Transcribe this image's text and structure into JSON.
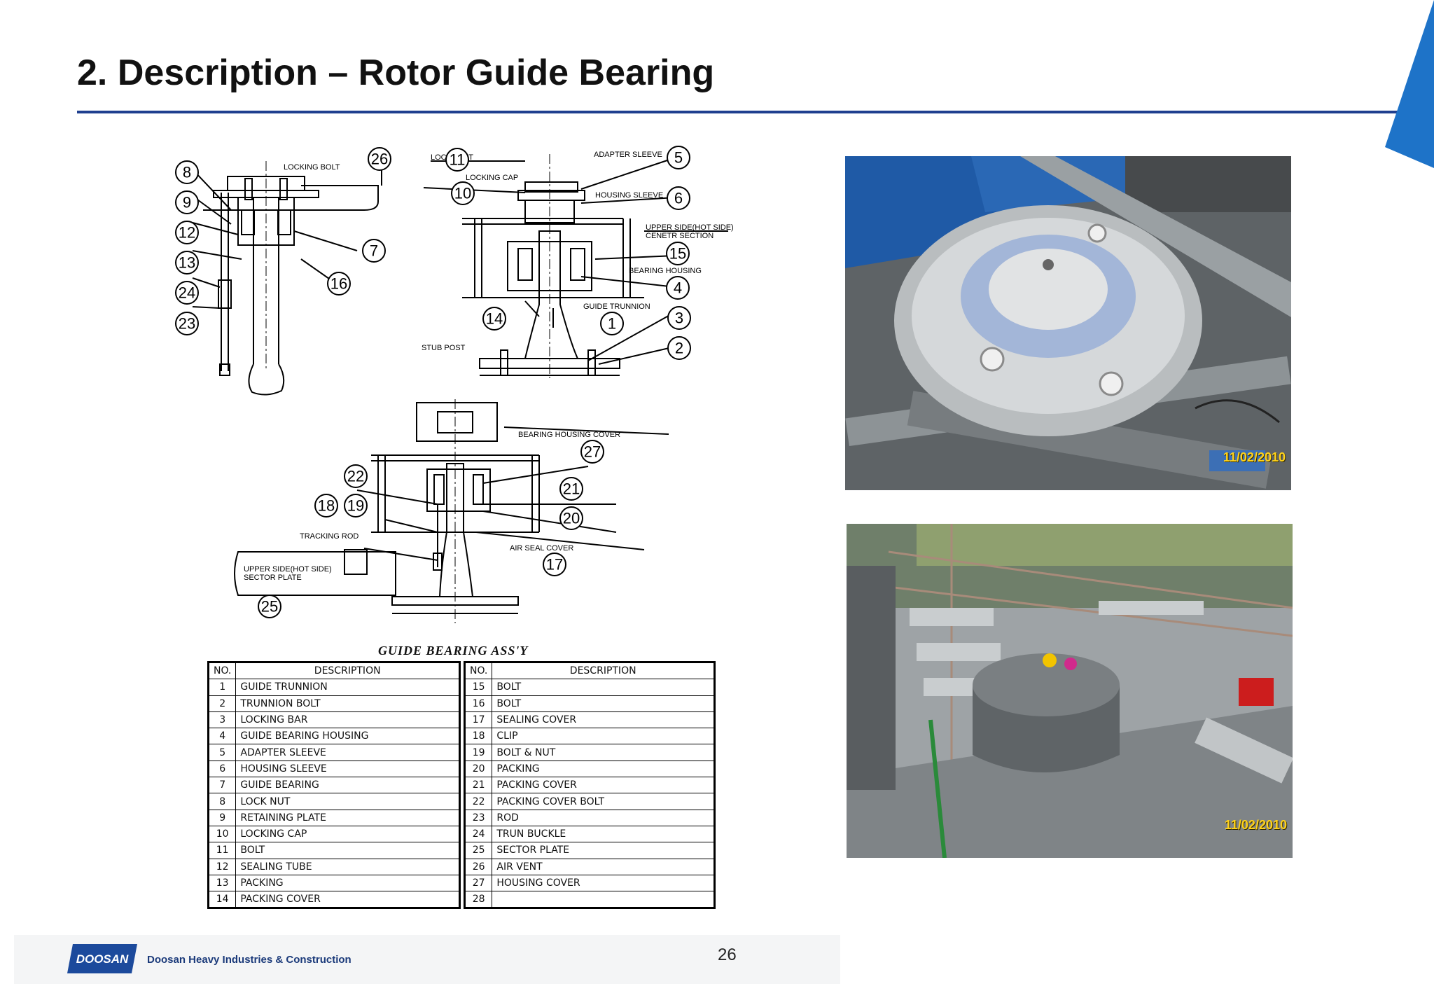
{
  "title": "2. Description – Rotor Guide Bearing",
  "diagram": {
    "assembly_title": "GUIDE BEARING ASS'Y",
    "labels": {
      "locking_bolt": "LOCKING BOLT",
      "lock_bolt": "LOCK BOLT",
      "locking_cap": "LOCKING CAP",
      "adapter_sleeve": "ADAPTER SLEEVE",
      "housing_sleeve": "HOUSING SLEEVE",
      "upper_side_1": "UPPER SIDE(HOT SIDE)",
      "upper_side_2": "CENETR SECTION",
      "bearing_housing": "BEARING HOUSING",
      "guide_trunnion": "GUIDE TRUNNION",
      "stub_post": "STUB POST",
      "bearing_housing_cover": "BEARING HOUSING COVER",
      "tracking_rod": "TRACKING ROD",
      "air_seal_cover": "AIR SEAL COVER",
      "sector_plate_1": "UPPER SIDE(HOT SIDE)",
      "sector_plate_2": "SECTOR PLATE"
    },
    "balloons": {
      "n8": "8",
      "n9": "9",
      "n12": "12",
      "n13": "13",
      "n24": "24",
      "n23": "23",
      "n26": "26",
      "n7": "7",
      "n16": "16",
      "n11": "11",
      "n10": "10",
      "n5": "5",
      "n6": "6",
      "n15": "15",
      "n4": "4",
      "n3": "3",
      "n2": "2",
      "n1": "1",
      "n14": "14",
      "n27": "27",
      "n22": "22",
      "n18": "18",
      "n19": "19",
      "n21": "21",
      "n20": "20",
      "n17": "17",
      "n25": "25"
    }
  },
  "parts_table": {
    "header": {
      "no": "NO.",
      "description": "DESCRIPTION"
    },
    "left": [
      {
        "no": "1",
        "description": "GUIDE TRUNNION"
      },
      {
        "no": "2",
        "description": "TRUNNION BOLT"
      },
      {
        "no": "3",
        "description": "LOCKING BAR"
      },
      {
        "no": "4",
        "description": "GUIDE BEARING HOUSING"
      },
      {
        "no": "5",
        "description": "ADAPTER SLEEVE"
      },
      {
        "no": "6",
        "description": "HOUSING SLEEVE"
      },
      {
        "no": "7",
        "description": "GUIDE BEARING"
      },
      {
        "no": "8",
        "description": "LOCK NUT"
      },
      {
        "no": "9",
        "description": "RETAINING PLATE"
      },
      {
        "no": "10",
        "description": "LOCKING CAP"
      },
      {
        "no": "11",
        "description": "BOLT"
      },
      {
        "no": "12",
        "description": "SEALING TUBE"
      },
      {
        "no": "13",
        "description": "PACKING"
      },
      {
        "no": "14",
        "description": "PACKING COVER"
      }
    ],
    "right": [
      {
        "no": "15",
        "description": "BOLT"
      },
      {
        "no": "16",
        "description": "BOLT"
      },
      {
        "no": "17",
        "description": "SEALING COVER"
      },
      {
        "no": "18",
        "description": "CLIP"
      },
      {
        "no": "19",
        "description": "BOLT & NUT"
      },
      {
        "no": "20",
        "description": "PACKING"
      },
      {
        "no": "21",
        "description": "PACKING COVER"
      },
      {
        "no": "22",
        "description": "PACKING COVER BOLT"
      },
      {
        "no": "23",
        "description": "ROD"
      },
      {
        "no": "24",
        "description": "TRUN BUCKLE"
      },
      {
        "no": "25",
        "description": "SECTOR PLATE"
      },
      {
        "no": "26",
        "description": "AIR VENT"
      },
      {
        "no": "27",
        "description": "HOUSING COVER"
      },
      {
        "no": "28",
        "description": ""
      }
    ]
  },
  "photos": {
    "top_date": "11/02/2010",
    "bottom_date": "11/02/2010"
  },
  "footer": {
    "logo_text": "DOOSAN",
    "company": "Doosan Heavy Industries & Construction",
    "page_number": "26"
  },
  "colors": {
    "rule": "#1f3f8f",
    "accent_corner": "#1e73c8",
    "logo_blue": "#1c4a9c",
    "date_stamp": "#ffd21a"
  }
}
